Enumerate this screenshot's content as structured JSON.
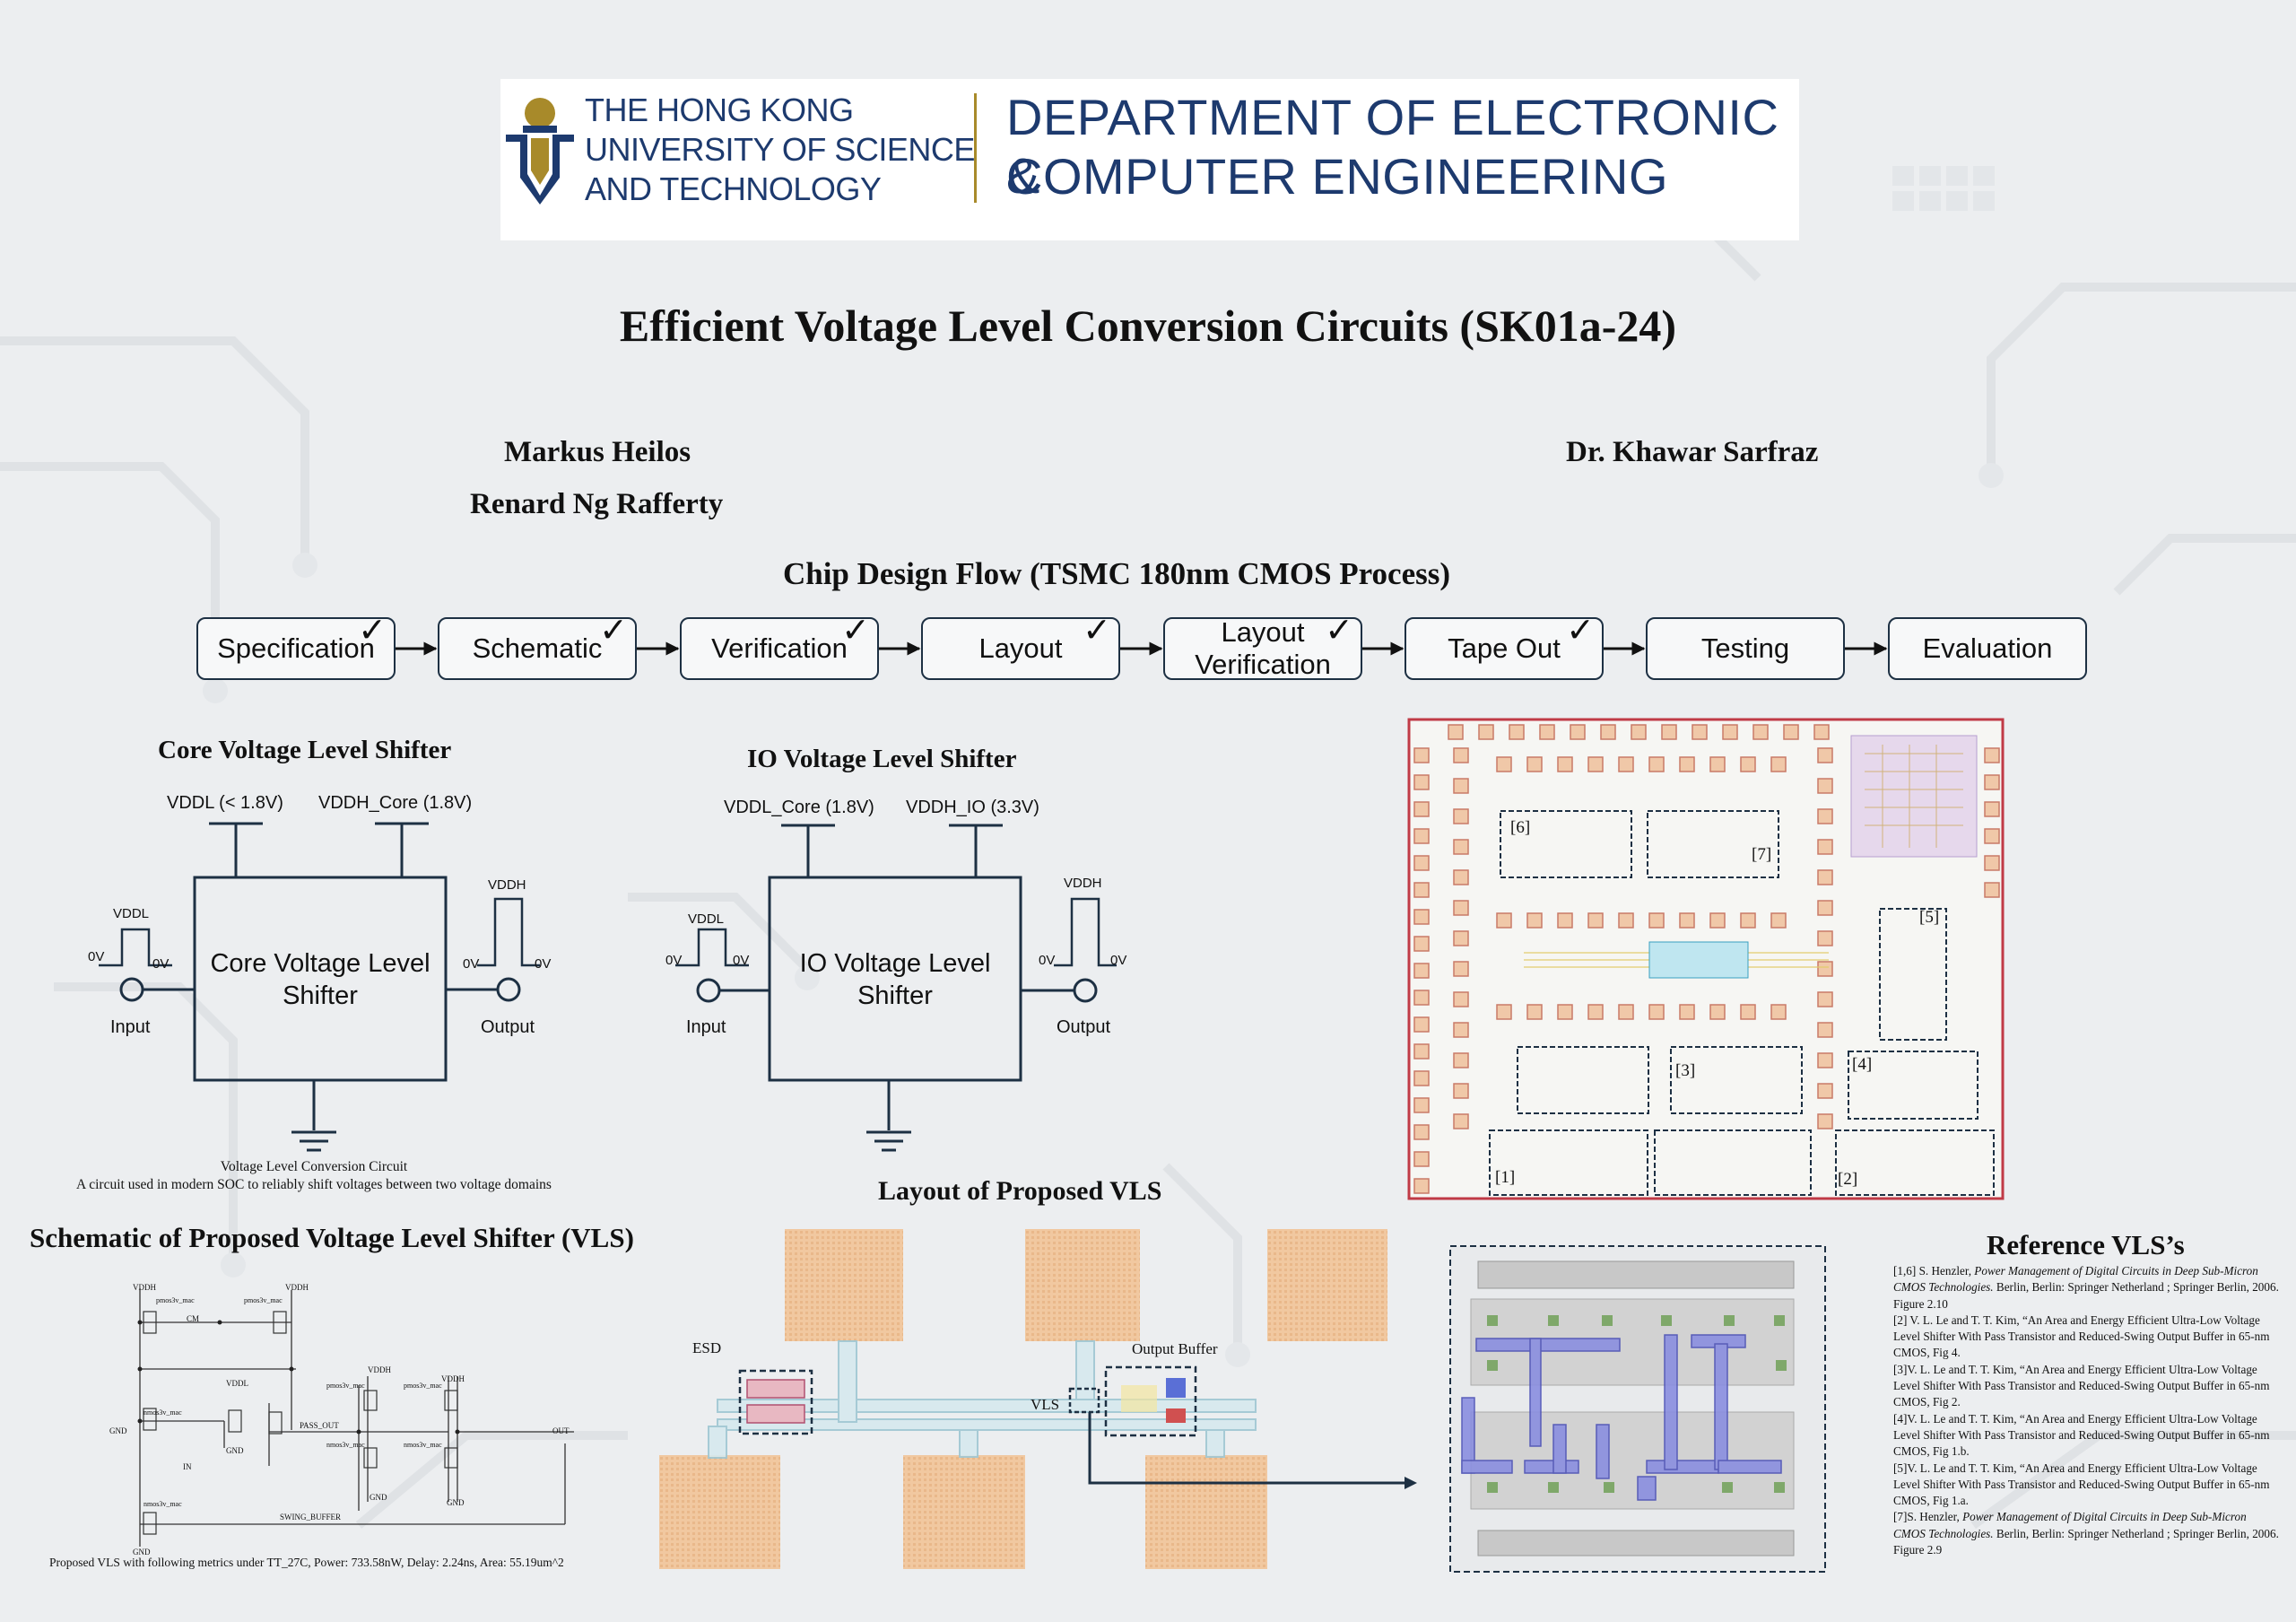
{
  "header": {
    "university_lines": [
      "THE HONG KONG",
      "UNIVERSITY OF SCIENCE",
      "AND TECHNOLOGY"
    ],
    "department_lines": [
      "DEPARTMENT OF ELECTRONIC &",
      "COMPUTER ENGINEERING"
    ],
    "colors": {
      "navy": "#1d3a6e",
      "gold": "#a88a2a"
    }
  },
  "title": "Efficient Voltage Level Conversion Circuits (SK01a-24)",
  "authors": {
    "students": [
      "Markus Heilos",
      "Renard Ng Rafferty"
    ],
    "supervisor": "Dr. Khawar Sarfraz"
  },
  "flow": {
    "heading": "Chip Design Flow (TSMC 180nm CMOS Process)",
    "steps": [
      {
        "label": "Specification",
        "done": "✓"
      },
      {
        "label": "Schematic",
        "done": "✓"
      },
      {
        "label": "Verification",
        "done": "✓"
      },
      {
        "label": "Layout",
        "done": "✓"
      },
      {
        "label": "Layout Verification",
        "done": "✓"
      },
      {
        "label": "Tape Out",
        "done": "✓"
      },
      {
        "label": "Testing",
        "done": ""
      },
      {
        "label": "Evaluation",
        "done": ""
      }
    ]
  },
  "core_vls": {
    "heading": "Core Voltage Level Shifter",
    "supply_low": "VDDL (< 1.8V)",
    "supply_high": "VDDH_Core (1.8V)",
    "block_label": "Core Voltage Level Shifter",
    "in_pulse": "VDDL",
    "out_pulse": "VDDH",
    "zero": "0V",
    "input": "Input",
    "output": "Output",
    "caption_1": "Voltage Level Conversion Circuit",
    "caption_2": "A circuit used in modern SOC to reliably shift voltages between two voltage domains"
  },
  "io_vls": {
    "heading": "IO Voltage Level Shifter",
    "supply_low": "VDDL_Core (1.8V)",
    "supply_high": "VDDH_IO (3.3V)",
    "block_label": "IO Voltage Level Shifter",
    "in_pulse": "VDDL",
    "out_pulse": "VDDH",
    "zero": "0V",
    "input": "Input",
    "output": "Output"
  },
  "schematic": {
    "heading": "Schematic of Proposed Voltage Level Shifter (VLS)",
    "caption": "Proposed VLS with following metrics under TT_27C, Power: 733.58nW, Delay: 2.24ns, Area: 55.19um^2",
    "labels": {
      "vddh": "VDDH",
      "vddl": "VDDL",
      "gnd": "GND",
      "in": "IN",
      "out": "OUT",
      "cm": "CM",
      "pass_out": "PASS_OUT",
      "swing_buffer": "SWING_BUFFER",
      "pmos": "pmos3v_mac",
      "nmos": "nmos3v_mac"
    }
  },
  "layout": {
    "heading": "Layout of Proposed VLS",
    "esd": "ESD",
    "output_buffer": "Output Buffer",
    "vls": "VLS"
  },
  "chip": {
    "tags": [
      "[1]",
      "[2]",
      "[3]",
      "[4]",
      "[5]",
      "[6]",
      "[7]"
    ]
  },
  "references": {
    "heading": "Reference VLS’s",
    "items": [
      {
        "pre": "[1,6] S. Henzler, ",
        "italic": "Power Management of Digital Circuits in Deep Sub-Micron CMOS Technologies.",
        "post": " Berlin, Berlin: Springer Netherland ; Springer Berlin, 2006. Figure 2.10"
      },
      {
        "pre": "[2] V. L. Le and T. T. Kim, “An Area and Energy Efficient Ultra-Low Voltage Level Shifter With Pass Transistor and Reduced-Swing Output Buffer in 65-nm CMOS, Fig 4.",
        "italic": "",
        "post": ""
      },
      {
        "pre": "[3]V. L. Le and T. T. Kim, “An Area and Energy Efficient Ultra-Low Voltage Level Shifter With Pass Transistor and Reduced-Swing Output Buffer in 65-nm CMOS, Fig 2.",
        "italic": "",
        "post": ""
      },
      {
        "pre": "[4]V. L. Le and T. T. Kim, “An Area and Energy Efficient Ultra-Low Voltage Level Shifter With Pass Transistor and Reduced-Swing Output Buffer in 65-nm CMOS, Fig 1.b.",
        "italic": "",
        "post": ""
      },
      {
        "pre": "[5]V. L. Le and T. T. Kim, “An Area and Energy Efficient Ultra-Low Voltage Level Shifter With Pass Transistor and Reduced-Swing Output Buffer in 65-nm CMOS, Fig 1.a.",
        "italic": "",
        "post": ""
      },
      {
        "pre": "[7]S. Henzler, ",
        "italic": "Power Management of Digital Circuits in Deep Sub-Micron CMOS Technologies.",
        "post": " Berlin, Berlin: Springer Netherland ; Springer Berlin, 2006. Figure 2.9"
      }
    ]
  }
}
